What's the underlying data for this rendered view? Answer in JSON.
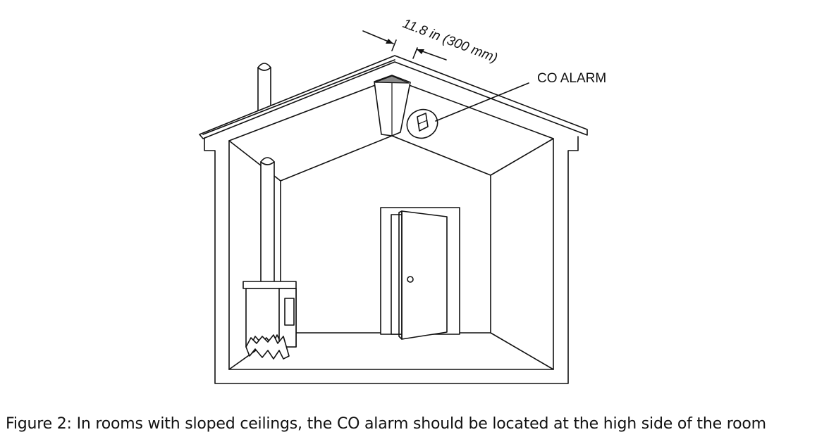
{
  "diagram": {
    "dimension_label": "11.8 in (300 mm)",
    "alarm_label": "CO ALARM"
  },
  "caption": "Figure 2: In rooms with sloped ceilings, the CO alarm should be located at the high side of the room"
}
